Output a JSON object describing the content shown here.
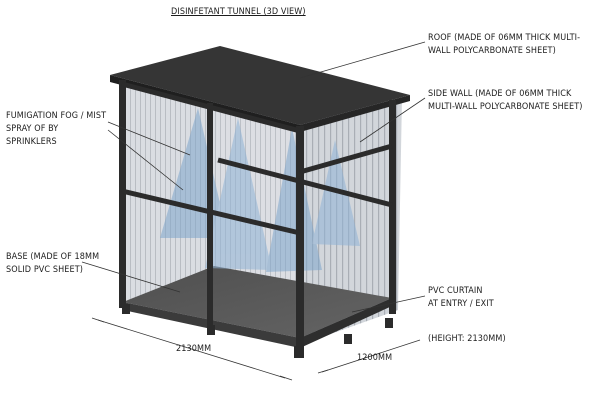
{
  "title": "DISINFETANT TUNNEL (3D VIEW)",
  "labels": {
    "roof": "ROOF (MADE OF 06MM THICK MULTI-\nWALL POLYCARBONATE SHEET)",
    "side_wall": "SIDE WALL (MADE OF 06MM THICK\nMULTI-WALL POLYCARBONATE SHEET)",
    "fog": "FUMIGATION FOG / MIST\nSPRAY OF BY\nSPRINKLERS",
    "base": "BASE (MADE OF 18MM\nSOLID PVC SHEET)",
    "curtain": "PVC CURTAIN\nAT ENTRY / EXIT",
    "height": "(HEIGHT: 2130MM)",
    "width_dim": "2130MM",
    "depth_dim": "1200MM"
  },
  "colors": {
    "frame": "#2b2b2b",
    "roof": "#333333",
    "panel": "#d9dde2",
    "panel_stripe": "#b8bcc2",
    "floor": "#575757",
    "fog": "#7fa6cc",
    "leader": "#333333"
  }
}
